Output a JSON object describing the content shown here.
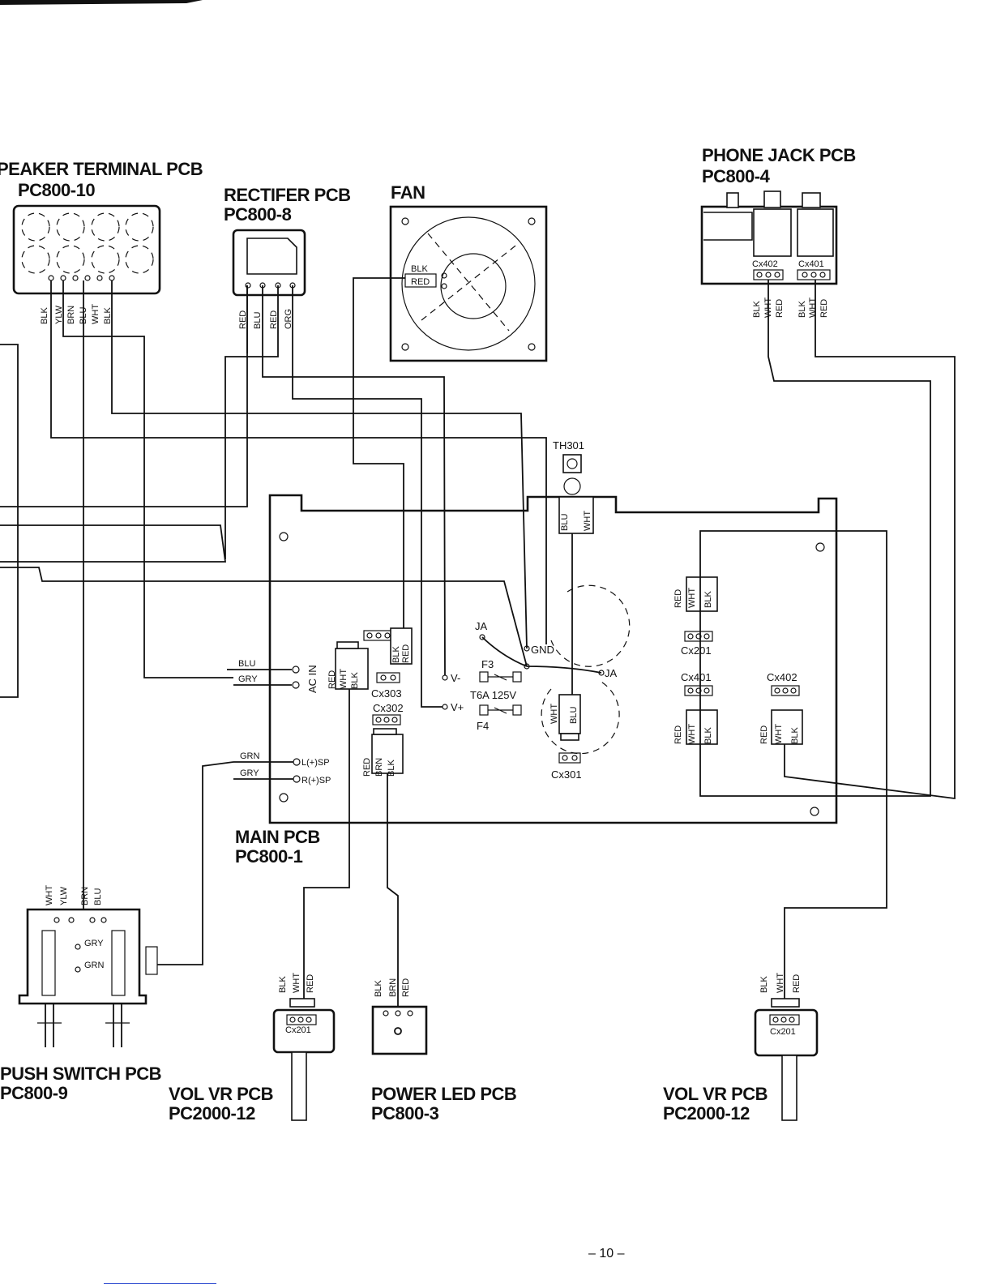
{
  "boards": {
    "speaker_terminal": {
      "title": "PEAKER TERMINAL PCB",
      "model": "PC800-10"
    },
    "rectifier": {
      "title": "RECTIFER PCB",
      "model": "PC800-8"
    },
    "fan": {
      "title": "FAN"
    },
    "phone_jack": {
      "title": "PHONE JACK PCB",
      "model": "PC800-4"
    },
    "main": {
      "title": "MAIN PCB",
      "model": "PC800-1"
    },
    "push_switch": {
      "title": "PUSH SWITCH PCB",
      "model": "PC800-9"
    },
    "vol_vr_left": {
      "title": "VOL VR PCB",
      "model": "PC2000-12"
    },
    "power_led": {
      "title": "POWER LED PCB",
      "model": "PC800-3"
    },
    "vol_vr_right": {
      "title": "VOL VR PCB",
      "model": "PC2000-12"
    }
  },
  "wires": {
    "blk": "BLK",
    "ylw": "YLW",
    "brn": "BRN",
    "blu": "BLU",
    "wht": "WHT",
    "red": "RED",
    "org": "ORG",
    "gry": "GRY",
    "grn": "GRN"
  },
  "labels": {
    "th301": "TH301",
    "ja": "JA",
    "gnd": "GND",
    "f3": "F3",
    "f4": "F4",
    "fuse_rating": "T6A 125V",
    "v_minus": "V-",
    "v_plus": "V+",
    "ac_in": "AC IN",
    "l_sp": "L(+)SP",
    "r_sp": "R(+)SP",
    "cx201": "Cx201",
    "cx301": "Cx301",
    "cx302": "Cx302",
    "cx303": "Cx303",
    "cx401": "Cx401",
    "cx402": "Cx402"
  },
  "page_number": "– 10 –"
}
